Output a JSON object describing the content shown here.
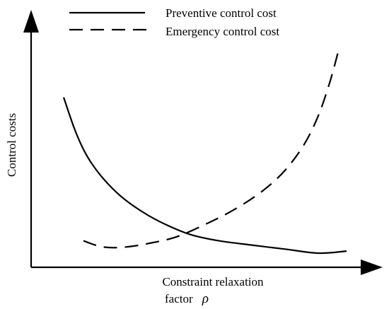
{
  "chart_data": {
    "type": "line",
    "title": "",
    "xlabel": "Constraint relaxation",
    "xlabel_line2": "factor",
    "xlabel_symbol": "ρ",
    "ylabel": "Control costs",
    "axis_ticks": "none",
    "grid": false,
    "legend_position": "top",
    "xlim": [
      0,
      1
    ],
    "ylim": [
      0,
      1
    ],
    "series": [
      {
        "name": "Preventive control cost",
        "style": "solid",
        "color": "#000000",
        "x": [
          0.0,
          0.04,
          0.08,
          0.13,
          0.2,
          0.28,
          0.36,
          0.45,
          0.55,
          0.66,
          0.78,
          0.9,
          1.0
        ],
        "y": [
          0.76,
          0.6,
          0.48,
          0.38,
          0.28,
          0.2,
          0.14,
          0.09,
          0.06,
          0.04,
          0.02,
          0.0,
          0.01
        ]
      },
      {
        "name": "Emergency control cost",
        "style": "dashed",
        "color": "#000000",
        "x": [
          0.07,
          0.14,
          0.22,
          0.31,
          0.4,
          0.5,
          0.6,
          0.7,
          0.78,
          0.85,
          0.9,
          0.94,
          0.97
        ],
        "y": [
          0.06,
          0.03,
          0.03,
          0.05,
          0.08,
          0.14,
          0.21,
          0.3,
          0.4,
          0.53,
          0.67,
          0.83,
          0.98
        ]
      }
    ]
  }
}
